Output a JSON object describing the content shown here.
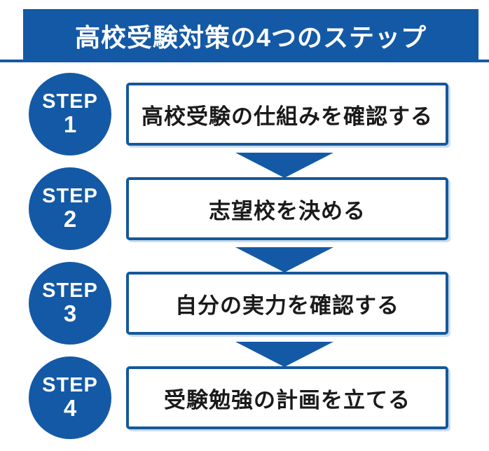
{
  "banner": {
    "title": "高校受験対策の4つのステップ"
  },
  "steps": [
    {
      "badge_word": "STEP",
      "badge_number": "1",
      "label": "高校受験の仕組みを確認する"
    },
    {
      "badge_word": "STEP",
      "badge_number": "2",
      "label": "志望校を決める"
    },
    {
      "badge_word": "STEP",
      "badge_number": "3",
      "label": "自分の実力を確認する"
    },
    {
      "badge_word": "STEP",
      "badge_number": "4",
      "label": "受験勉強の計画を立てる"
    }
  ],
  "colors": {
    "primary_blue": "#1459A5",
    "box_border": "#15589B",
    "text_black": "#1A1A1A",
    "shadow_blue": "#CCDDEE",
    "background": "#FFFFFF"
  }
}
